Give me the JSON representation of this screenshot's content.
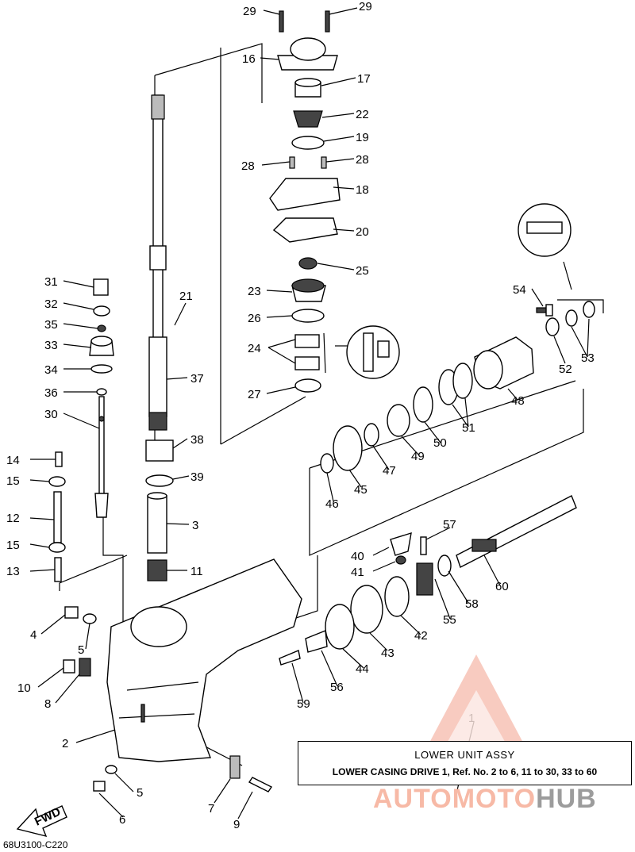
{
  "diagram": {
    "callouts": [
      "1",
      "2",
      "3",
      "4",
      "5",
      "6",
      "7",
      "8",
      "9",
      "10",
      "11",
      "12",
      "13",
      "14",
      "15",
      "16",
      "17",
      "18",
      "19",
      "20",
      "21",
      "22",
      "23",
      "24",
      "25",
      "26",
      "27",
      "28",
      "29",
      "30",
      "31",
      "32",
      "33",
      "34",
      "35",
      "36",
      "37",
      "38",
      "39",
      "40",
      "41",
      "42",
      "43",
      "44",
      "45",
      "46",
      "47",
      "48",
      "49",
      "50",
      "51",
      "52",
      "53",
      "54",
      "55",
      "56",
      "57",
      "58",
      "59",
      "60"
    ],
    "fwd_label": "FWD"
  },
  "caption": {
    "title": "LOWER UNIT ASSY",
    "subtitle": "LOWER CASING DRIVE 1, Ref. No. 2 to 6, 11 to 30, 33 to 60"
  },
  "drawing_code": "68U3100-C220",
  "watermark": {
    "part1": "AUTOMOTO",
    "part2": "HUB",
    "colors": {
      "triangle": "#f2a08c",
      "text_light": "#f7b9a6",
      "text_dark": "#9c9c9c"
    }
  }
}
